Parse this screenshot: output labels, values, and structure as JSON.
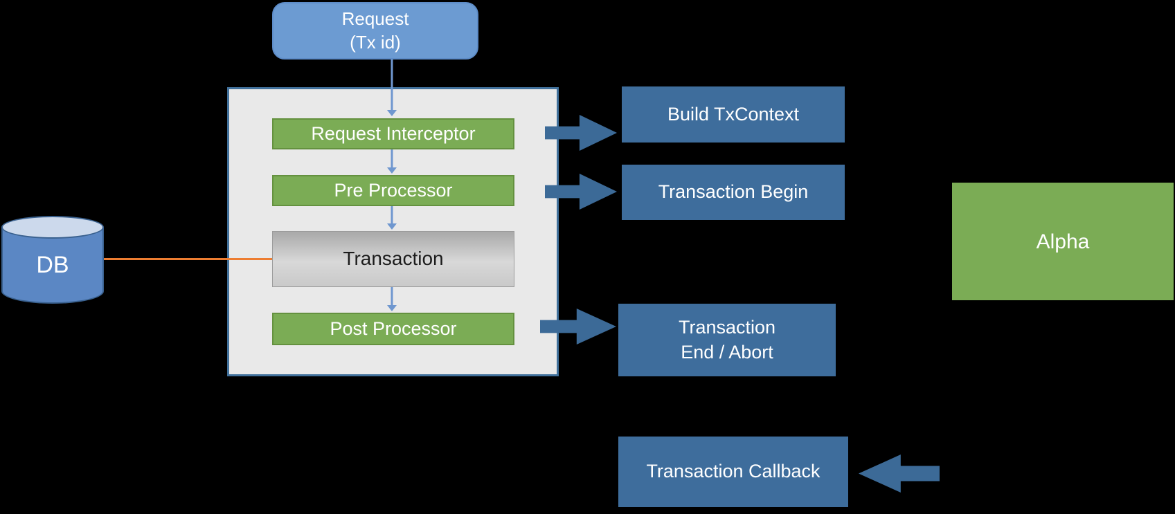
{
  "diagram": {
    "nodes": {
      "request": {
        "label": "Request\n(Tx id)"
      },
      "request_interceptor": {
        "label": "Request Interceptor"
      },
      "pre_processor": {
        "label": "Pre Processor"
      },
      "transaction": {
        "label": "Transaction"
      },
      "post_processor": {
        "label": "Post Processor"
      },
      "build_txcontext": {
        "label": "Build TxContext"
      },
      "transaction_begin": {
        "label": "Transaction Begin"
      },
      "transaction_end": {
        "label": "Transaction\nEnd / Abort"
      },
      "transaction_callback": {
        "label": "Transaction Callback"
      },
      "alpha": {
        "label": "Alpha"
      },
      "db": {
        "label": "DB"
      }
    }
  },
  "colors": {
    "canvas_bg": "#000000",
    "panel_fill": "#e9e9e9",
    "panel_border": "#41719c",
    "green_fill": "#7bac55",
    "green_border": "#64913f",
    "dark_blue": "#3e6d9c",
    "block_arrow": "#3c6a97",
    "request_fill": "#6c9bd2",
    "request_border": "#5d8cc8",
    "thin_arrow": "#6f97cf",
    "orange": "#ed7d31",
    "gray_top": "#a9a9a9",
    "gray_mid": "#d8d8d8",
    "gray_bottom": "#c9c9c9",
    "transaction_border": "#9b9b9b",
    "cylinder_body": "#5b87c4",
    "cylinder_top": "#ccd9ec",
    "cylinder_border": "#3a618f",
    "text_light": "#ffffff",
    "text_dark": "#1c1c1c"
  }
}
